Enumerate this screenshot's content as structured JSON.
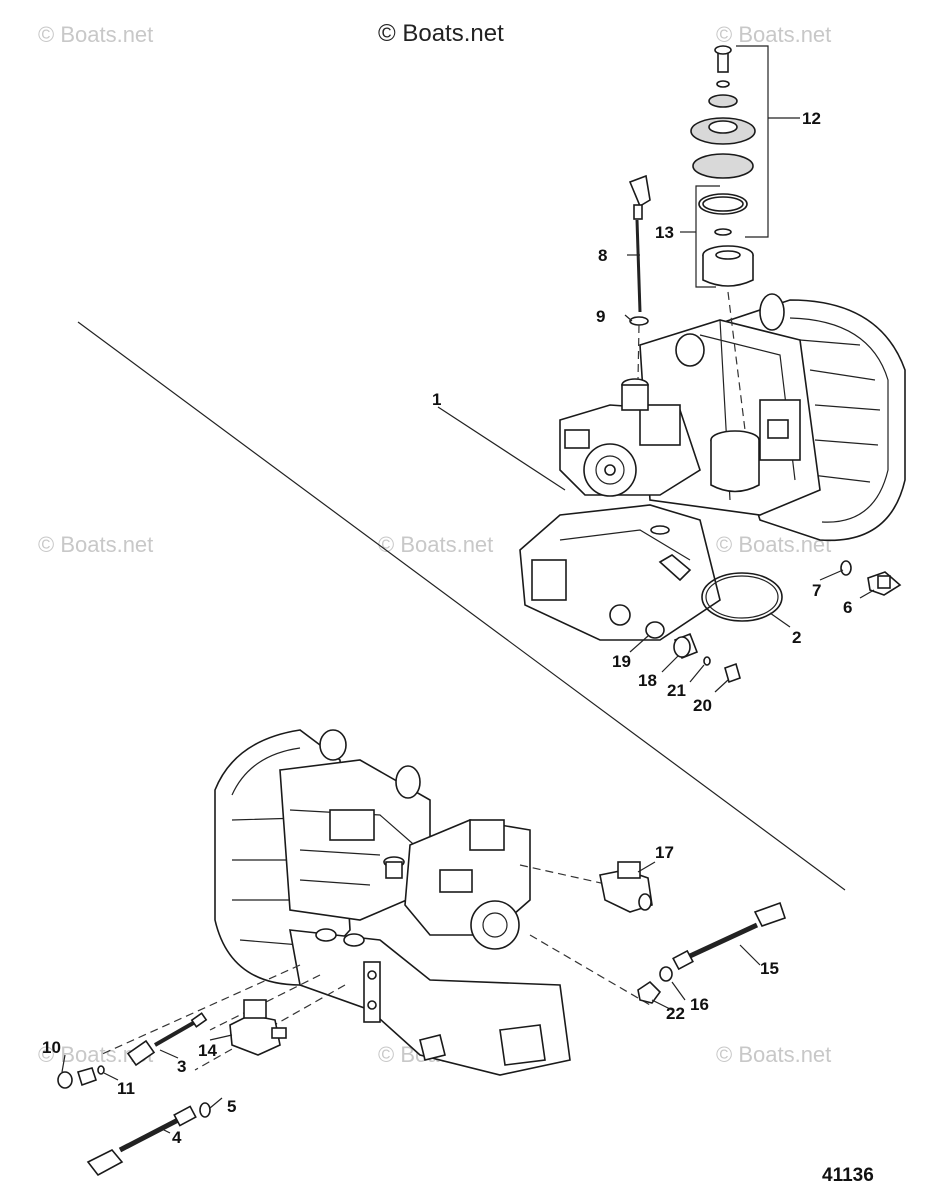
{
  "watermark": {
    "main": "© Boats.net",
    "faint": "© Boats.net"
  },
  "figure_number": "41136",
  "callouts": {
    "c1": "1",
    "c2": "2",
    "c3": "3",
    "c4": "4",
    "c5": "5",
    "c6": "6",
    "c7": "7",
    "c8": "8",
    "c9": "9",
    "c10": "10",
    "c11": "11",
    "c12": "12",
    "c13": "13",
    "c14": "14",
    "c15": "15",
    "c16": "16",
    "c17": "17",
    "c18": "18",
    "c19": "19",
    "c20": "20",
    "c21": "21",
    "c22": "22"
  }
}
